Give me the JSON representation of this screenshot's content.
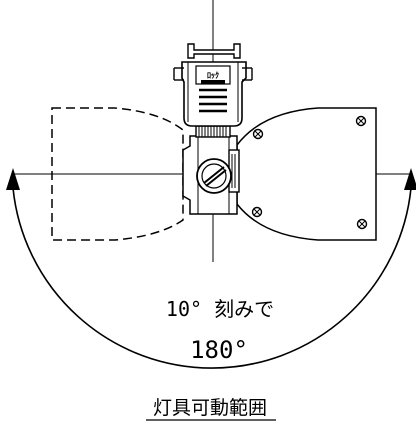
{
  "diagram": {
    "step_label": "10° 刻みで",
    "angle_label": "180°",
    "caption": "灯具可動範囲",
    "device_badge": "ﾛｯｸ",
    "colors": {
      "line": "#000000",
      "background": "#ffffff"
    }
  }
}
